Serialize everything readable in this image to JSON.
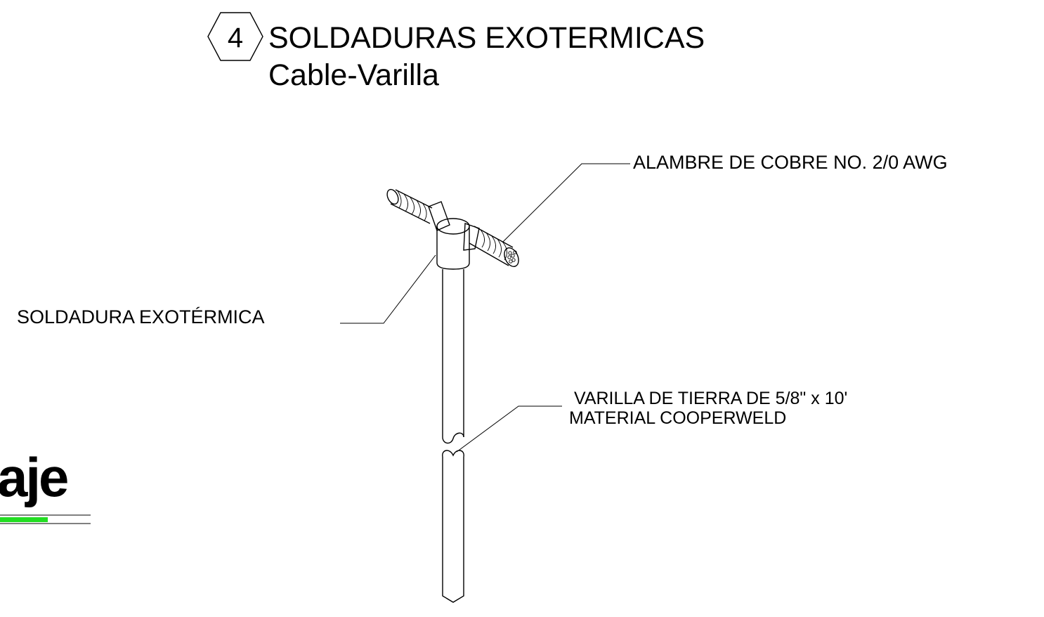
{
  "detail": {
    "number": "4",
    "title": "SOLDADURAS EXOTERMICAS",
    "subtitle": "Cable-Varilla"
  },
  "callouts": {
    "cable": "ALAMBRE DE COBRE NO. 2/0 AWG",
    "weld": "SOLDADURA EXOTÉRMICA",
    "rod_line1": "VARILLA DE TIERRA DE 5/8\" x 10'",
    "rod_line2": "MATERIAL COOPERWELD"
  },
  "logo": {
    "text": "aje",
    "accent_color": "#22dd22"
  }
}
